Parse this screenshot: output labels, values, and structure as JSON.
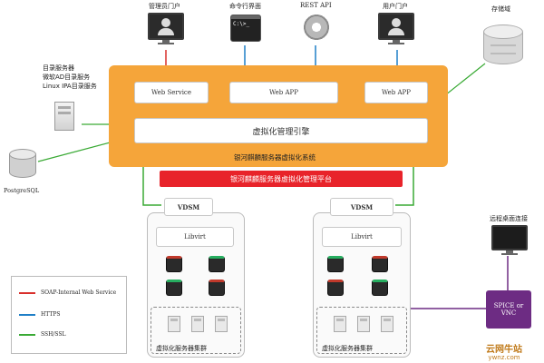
{
  "top": {
    "admin_portal": "管理员门户",
    "cli": "命令行界面",
    "rest_api": "REST API",
    "user_portal": "用户门户",
    "storage": "存储域",
    "cli_screen": "C:\\>_"
  },
  "left": {
    "directory_lines": [
      "目录服务器",
      "微软AD目录服务",
      "Linux IPA目录服务"
    ],
    "postgresql": "PostgreSQL"
  },
  "engine": {
    "web_service": "Web Service",
    "web_app_1": "Web APP",
    "web_app_2": "Web APP",
    "manager": "虚拟化管理引擎",
    "system_label": "银河麒麟服务器虚拟化系统",
    "platform_label": "银河麒麟服务器虚拟化管理平台"
  },
  "hosts": [
    {
      "vdsm": "VDSM",
      "libvirt": "Libvirt",
      "cluster": "虚拟化服务器集群"
    },
    {
      "vdsm": "VDSM",
      "libvirt": "Libvirt",
      "cluster": "虚拟化服务器集群"
    }
  ],
  "right": {
    "remote_desktop": "远程桌面连接",
    "spice_lines": [
      "SPICE or",
      "VNC"
    ]
  },
  "legend": [
    {
      "label": "SOAP-Internal Web Service",
      "color": "#d9302c"
    },
    {
      "label": "HTTPS",
      "color": "#1f7fc7"
    },
    {
      "label": "SSH/SSL",
      "color": "#3aaa35"
    }
  ],
  "watermark": {
    "line1": "云网牛站",
    "line2": "ywnz.com"
  },
  "colors": {
    "orange": "#f5a53a",
    "red": "#e8232a",
    "purple": "#6d2c83"
  }
}
